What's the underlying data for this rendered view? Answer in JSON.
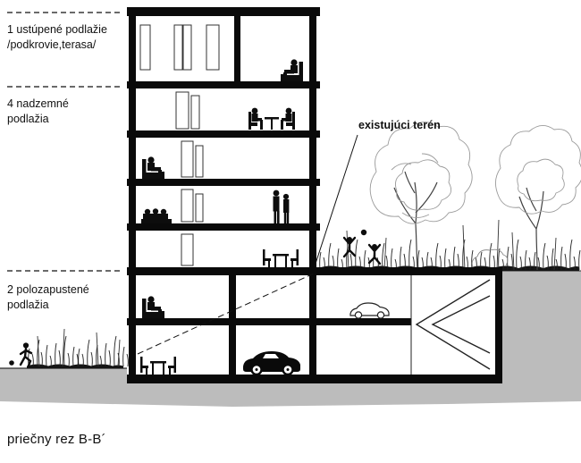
{
  "labels": {
    "attic_1": "1 ustúpené podlažie",
    "attic_2": "/podkrovie,terasa/",
    "above_1": "4 nadzemné",
    "above_2": "podlažia",
    "semi_1": "2 polozapustené",
    "semi_2": "podlažia",
    "terrain": "existujúci terén",
    "caption": "priečny rez  B-B´"
  },
  "colors": {
    "ink": "#0a0a0a",
    "ground_gray": "#bcbcbc",
    "foliage_gray": "#9b9b9b"
  }
}
